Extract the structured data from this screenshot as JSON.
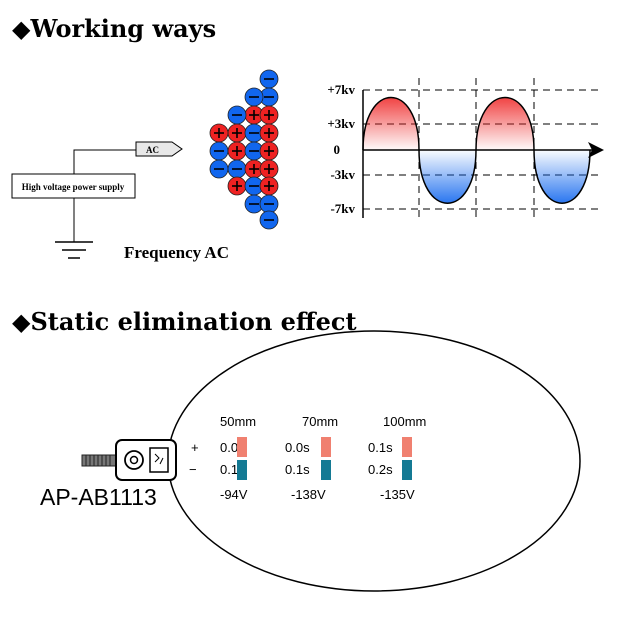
{
  "sections": {
    "working_title": "◆Working ways",
    "effect_title": "◆Static elimination effect"
  },
  "circuit": {
    "supply_label": "High voltage power supply",
    "ac_tag": "AC",
    "caption": "Frequency AC"
  },
  "waveform": {
    "tick_labels": [
      "+7kv",
      "+3kv",
      "0",
      "-3kv",
      "-7kv"
    ],
    "colors": {
      "positive": "#ee2222",
      "negative": "#1166ee"
    }
  },
  "effect": {
    "device_model": "AP-AB1113",
    "row_prefixes": [
      "+",
      "−"
    ],
    "columns": [
      {
        "distance": "50mm",
        "pos_time": "0.0s",
        "neg_time": "0.1s",
        "voltage": "-94V"
      },
      {
        "distance": "70mm",
        "pos_time": "0.0s",
        "neg_time": "0.1s",
        "voltage": "-138V"
      },
      {
        "distance": "100mm",
        "pos_time": "0.1s",
        "neg_time": "0.2s",
        "voltage": "-135V"
      }
    ],
    "colors": {
      "pos_bar": "#f08070",
      "neg_bar": "#147a94"
    }
  }
}
